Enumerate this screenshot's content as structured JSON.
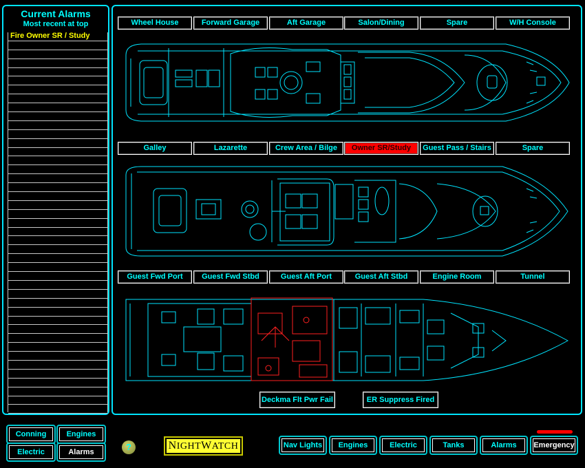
{
  "alarms_panel": {
    "title": "Current Alarms",
    "subtitle": "Most recent at top",
    "items": [
      "Fire Owner SR / Study"
    ]
  },
  "deck_rows": [
    {
      "buttons": [
        "Wheel House",
        "Forward Garage",
        "Aft Garage",
        "Salon/Dining",
        "Spare",
        "W/H Console"
      ],
      "active": null
    },
    {
      "buttons": [
        "Galley",
        "Lazarette",
        "Crew Area / Bilge",
        "Owner SR/Study",
        "Guest Pass / Stairs",
        "Spare"
      ],
      "active": 3
    },
    {
      "buttons": [
        "Guest Fwd Port",
        "Guest Fwd Stbd",
        "Guest  Aft Port",
        "Guest Aft Stbd",
        "Engine Room",
        "Tunnel"
      ],
      "active": null
    }
  ],
  "status_buttons": [
    "Deckma Flt Pwr Fail",
    "ER Suppress Fired"
  ],
  "left_nav": {
    "conning": "Conning",
    "engines": "Engines",
    "electric": "Electric",
    "alarms": "Alarms",
    "selected": "Alarms"
  },
  "help_label": "?",
  "logo": {
    "prefix": "N",
    "rest": "IGHT",
    "prefix2": "W",
    "rest2": "ATCH"
  },
  "bottom_nav": [
    "Nav Lights",
    "Engines",
    "Electric",
    "Tanks",
    "Alarms",
    "Emergency"
  ],
  "colors": {
    "outline": "#00e5ff",
    "alarm_active": "#ff0000",
    "alarm_text": "#ffff00",
    "logo_bg": "#ffff33"
  }
}
